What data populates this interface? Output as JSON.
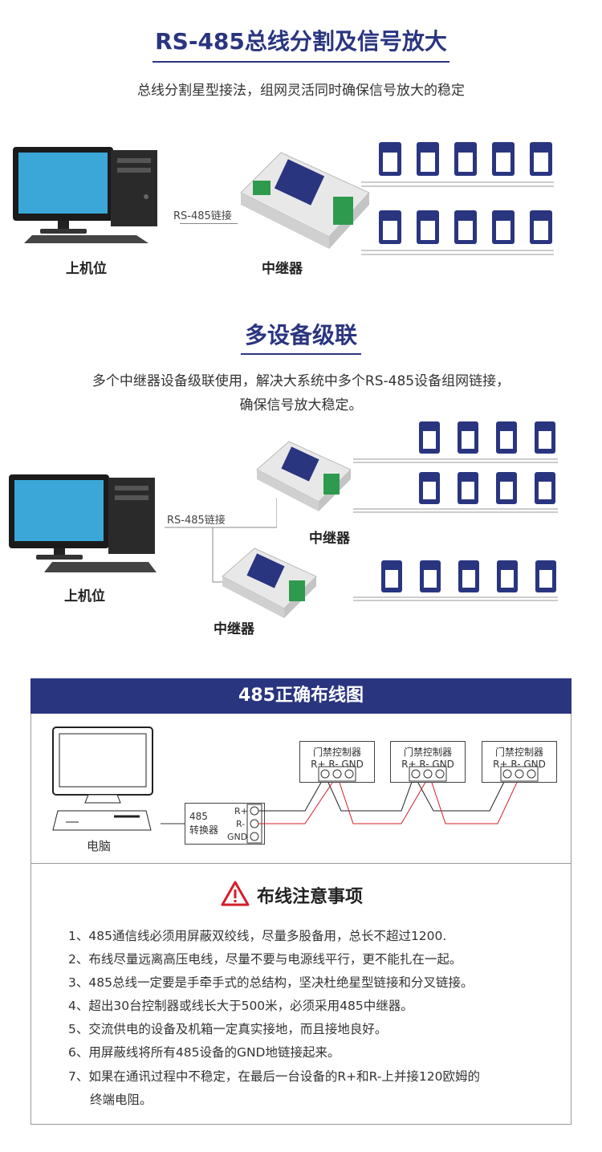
{
  "sec1": {
    "title": "RS-485总线分割及信号放大",
    "subtitle": "总线分割星型接法，组网灵活同时确保信号放大的稳定",
    "pc_label": "上机位",
    "link_label": "RS-485链接",
    "repeater_label": "中继器"
  },
  "sec2": {
    "title": "多设备级联",
    "subtitle_line1": "多个中继器设备级联使用，解决大系统中多个RS-485设备组网链接，",
    "subtitle_line2": "确保信号放大稳定。",
    "pc_label": "上机位",
    "link_label": "RS-485链接",
    "repeater_label_a": "中继器",
    "repeater_label_b": "中继器"
  },
  "wiring": {
    "title": "485正确布线图",
    "controller_name": "门禁控制器",
    "controller_terms": "R+ R- GND",
    "converter_line1": "485",
    "converter_line2": "转换器",
    "term_rp": "R+",
    "term_rm": "R-",
    "term_gnd": "GND",
    "pc_label": "电脑"
  },
  "notes": {
    "title": "布线注意事项",
    "items": [
      "1、485通信线必须用屏蔽双绞线，尽量多股备用，总长不超过1200.",
      "2、布线尽量远离高压电线，尽量不要与电源线平行，更不能扎在一起。",
      "3、485总线一定要是手牵手式的总结构，坚决杜绝星型链接和分叉链接。",
      "4、超出30台控制器或线长大于500米，必须采用485中继器。",
      "5、交流供电的设备及机箱一定真实接地，而且接地良好。",
      "6、用屏蔽线将所有485设备的GND地链接起来。",
      "7、如果在通讯过程中不稳定，在最后一台设备的R+和R-上并接120欧姆的",
      "终端电阻。"
    ]
  },
  "colors": {
    "brand": "#2a3580",
    "wire_red": "#d21f2a",
    "terminal_green": "#2e9a4e"
  }
}
